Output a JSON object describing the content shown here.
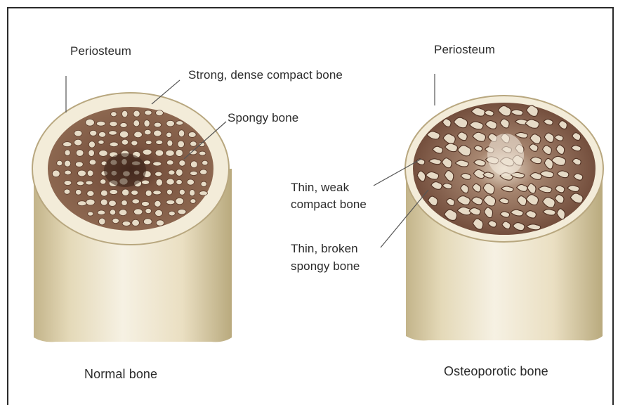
{
  "normal_bone": {
    "periosteum_label": "Periosteum",
    "compact_label": "Strong, dense compact bone",
    "spongy_label": "Spongy bone",
    "caption": "Normal bone"
  },
  "osteoporotic_bone": {
    "periosteum_label": "Periosteum",
    "compact_label_line1": "Thin, weak",
    "compact_label_line2": "compact bone",
    "spongy_label_line1": "Thin, broken",
    "spongy_label_line2": "spongy bone",
    "caption": "Osteoporotic bone"
  },
  "colors": {
    "shaft": "#e6dcc0",
    "shaft_shadow": "#bcae84",
    "cortex": "#f4eedc",
    "marrow": "#6e4a36",
    "trabecula": "#d9cbb3"
  }
}
